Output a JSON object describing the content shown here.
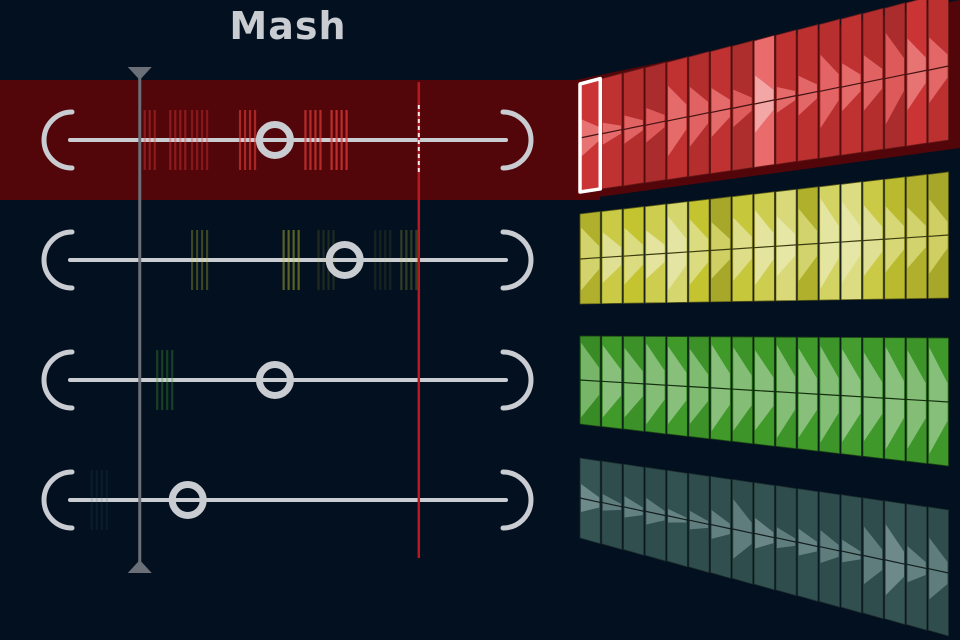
{
  "app": {
    "title": "Mash"
  },
  "colors": {
    "background": "#02101f",
    "highlight": "#5a0508",
    "playhead": "#b81820",
    "cue_line": "#6b7078",
    "control": "#c9ccd1"
  },
  "tracks": [
    {
      "name": "red",
      "selected": true,
      "color": "#e23a3a",
      "knob_position": 0.47,
      "marker_groups": [
        [
          0.16,
          0.4
        ],
        [
          0.23,
          0.4
        ],
        [
          0.28,
          0.35
        ],
        [
          0.39,
          0.6
        ],
        [
          0.54,
          0.7
        ],
        [
          0.6,
          0.75
        ]
      ],
      "waveform": [
        {
          "l": 0.35,
          "s": 0.4
        },
        {
          "l": 0.3,
          "s": 0.3
        },
        {
          "l": 0.25,
          "s": 0.3
        },
        {
          "l": 0.2,
          "s": 0.45
        },
        {
          "l": 0.3,
          "s": 0.5
        },
        {
          "l": 0.25,
          "s": 0.35
        },
        {
          "l": 0.3,
          "s": 0.3
        },
        {
          "l": 0.22,
          "s": 0.45
        },
        {
          "l": 0.7,
          "s": 0.35
        },
        {
          "l": 0.3,
          "s": 0.3
        },
        {
          "l": 0.28,
          "s": 0.25
        },
        {
          "l": 0.26,
          "s": 0.3
        },
        {
          "l": 0.3,
          "s": 0.45
        },
        {
          "l": 0.25,
          "s": 0.5
        },
        {
          "l": 0.2,
          "s": 0.4
        },
        {
          "l": 0.35,
          "s": 0.6
        },
        {
          "l": 0.28,
          "s": 0.7
        }
      ]
    },
    {
      "name": "yellow",
      "selected": false,
      "color": "#c4c431",
      "knob_position": 0.63,
      "marker_groups": [
        [
          0.28,
          0.3
        ],
        [
          0.49,
          0.45
        ],
        [
          0.57,
          0.15
        ],
        [
          0.7,
          0.1
        ],
        [
          0.76,
          0.25
        ]
      ],
      "waveform": [
        {
          "l": 0.35,
          "s": 0.75
        },
        {
          "l": 0.55,
          "s": 0.7
        },
        {
          "l": 0.45,
          "s": 0.75
        },
        {
          "l": 0.6,
          "s": 0.7
        },
        {
          "l": 0.75,
          "s": 0.75
        },
        {
          "l": 0.45,
          "s": 0.65
        },
        {
          "l": 0.3,
          "s": 0.7
        },
        {
          "l": 0.5,
          "s": 0.75
        },
        {
          "l": 0.6,
          "s": 0.7
        },
        {
          "l": 0.8,
          "s": 0.65
        },
        {
          "l": 0.35,
          "s": 0.7
        },
        {
          "l": 0.7,
          "s": 0.75
        },
        {
          "l": 0.85,
          "s": 0.6
        },
        {
          "l": 0.55,
          "s": 0.7
        },
        {
          "l": 0.4,
          "s": 0.65
        },
        {
          "l": 0.35,
          "s": 0.6
        },
        {
          "l": 0.3,
          "s": 0.7
        }
      ]
    },
    {
      "name": "green",
      "selected": false,
      "color": "#3f9a2a",
      "knob_position": 0.47,
      "marker_groups": [
        [
          0.2,
          0.35
        ]
      ],
      "waveform": [
        {
          "l": 0.35,
          "s": 0.8
        },
        {
          "l": 0.45,
          "s": 0.75
        },
        {
          "l": 0.4,
          "s": 0.8
        },
        {
          "l": 0.42,
          "s": 0.78
        },
        {
          "l": 0.45,
          "s": 0.8
        },
        {
          "l": 0.4,
          "s": 0.78
        },
        {
          "l": 0.45,
          "s": 0.8
        },
        {
          "l": 0.42,
          "s": 0.78
        },
        {
          "l": 0.45,
          "s": 0.8
        },
        {
          "l": 0.42,
          "s": 0.78
        },
        {
          "l": 0.45,
          "s": 0.8
        },
        {
          "l": 0.42,
          "s": 0.78
        },
        {
          "l": 0.48,
          "s": 0.8
        },
        {
          "l": 0.44,
          "s": 0.78
        },
        {
          "l": 0.46,
          "s": 0.8
        },
        {
          "l": 0.42,
          "s": 0.78
        },
        {
          "l": 0.44,
          "s": 0.8
        }
      ]
    },
    {
      "name": "teal",
      "selected": false,
      "color": "#3e6464",
      "knob_position": 0.27,
      "marker_groups": [
        [
          0.05,
          0.15
        ]
      ],
      "waveform": [
        {
          "l": 0.3,
          "s": 0.3
        },
        {
          "l": 0.22,
          "s": 0.25
        },
        {
          "l": 0.24,
          "s": 0.25
        },
        {
          "l": 0.22,
          "s": 0.2
        },
        {
          "l": 0.26,
          "s": 0.25
        },
        {
          "l": 0.22,
          "s": 0.2
        },
        {
          "l": 0.24,
          "s": 0.25
        },
        {
          "l": 0.22,
          "s": 0.2
        },
        {
          "l": 0.28,
          "s": 0.25
        },
        {
          "l": 0.22,
          "s": 0.2
        },
        {
          "l": 0.26,
          "s": 0.25
        },
        {
          "l": 0.22,
          "s": 0.2
        },
        {
          "l": 0.24,
          "s": 0.25
        },
        {
          "l": 0.22,
          "s": 0.2
        },
        {
          "l": 0.3,
          "s": 0.25
        },
        {
          "l": 0.24,
          "s": 0.2
        },
        {
          "l": 0.22,
          "s": 0.25
        }
      ]
    }
  ],
  "waveform_shapes": {
    "red": [
      0.35,
      0.2,
      0.25,
      0.3,
      0.6,
      0.5,
      0.4,
      0.3,
      0.45,
      0.2,
      0.3,
      0.55,
      0.35,
      0.4,
      0.65,
      0.5,
      0.45
    ],
    "yellow": [
      0.7,
      0.55,
      0.6,
      0.5,
      0.75,
      0.65,
      0.55,
      0.6,
      0.7,
      0.55,
      0.65,
      0.8,
      0.7,
      0.6,
      0.55,
      0.5,
      0.6
    ],
    "green": [
      0.85,
      0.8,
      0.75,
      0.85,
      0.8,
      0.75,
      0.85,
      0.8,
      0.75,
      0.85,
      0.8,
      0.85,
      0.8,
      0.75,
      0.85,
      0.8,
      0.85
    ],
    "teal": [
      0.35,
      0.2,
      0.25,
      0.3,
      0.15,
      0.2,
      0.3,
      0.6,
      0.3,
      0.2,
      0.25,
      0.3,
      0.2,
      0.5,
      0.6,
      0.3,
      0.5
    ]
  },
  "transport": {
    "cue_position": 0.16,
    "playhead_position": 0.8
  }
}
